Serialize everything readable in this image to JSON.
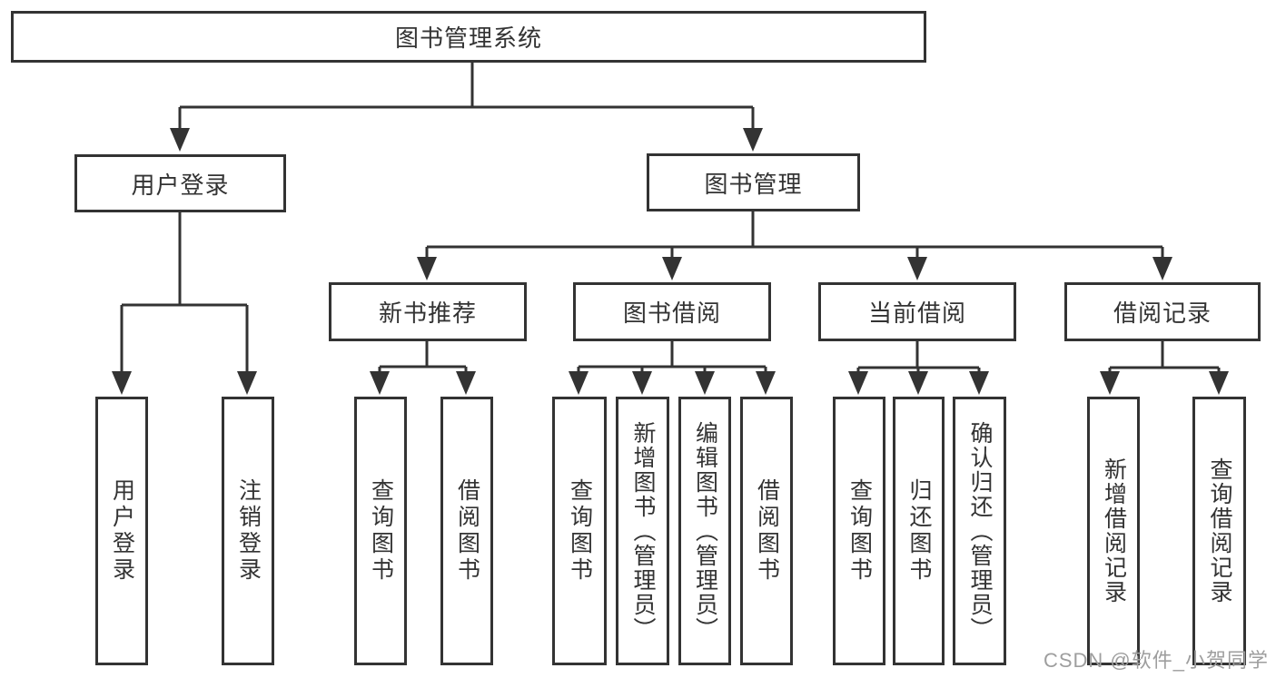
{
  "diagram": {
    "type": "hierarchy-tree",
    "nodes": {
      "root": {
        "label": "图书管理系统",
        "parent": null
      },
      "user_login": {
        "label": "用户登录",
        "parent": "root"
      },
      "book_mgmt": {
        "label": "图书管理",
        "parent": "root"
      },
      "new_book_rec": {
        "label": "新书推荐",
        "parent": "book_mgmt"
      },
      "book_borrow": {
        "label": "图书借阅",
        "parent": "book_mgmt"
      },
      "current_borrow": {
        "label": "当前借阅",
        "parent": "book_mgmt"
      },
      "borrow_records": {
        "label": "借阅记录",
        "parent": "book_mgmt"
      },
      "leaf_user_login": {
        "label": "用户登录",
        "parent": "user_login"
      },
      "leaf_logout": {
        "label": "注销登录",
        "parent": "user_login"
      },
      "leaf_rec_query": {
        "label": "查询图书",
        "parent": "new_book_rec"
      },
      "leaf_rec_borrow": {
        "label": "借阅图书",
        "parent": "new_book_rec"
      },
      "leaf_bb_query": {
        "label": "查询图书",
        "parent": "book_borrow"
      },
      "leaf_bb_add": {
        "label": "新增图书（管理员）",
        "parent": "book_borrow"
      },
      "leaf_bb_edit": {
        "label": "编辑图书（管理员）",
        "parent": "book_borrow"
      },
      "leaf_bb_borrow": {
        "label": "借阅图书",
        "parent": "book_borrow"
      },
      "leaf_cb_query": {
        "label": "查询图书",
        "parent": "current_borrow"
      },
      "leaf_cb_return": {
        "label": "归还图书",
        "parent": "current_borrow"
      },
      "leaf_cb_confirm": {
        "label": "确认归还（管理员）",
        "parent": "current_borrow"
      },
      "leaf_br_add": {
        "label": "新增借阅记录",
        "parent": "borrow_records"
      },
      "leaf_br_query": {
        "label": "查询借阅记录",
        "parent": "borrow_records"
      }
    },
    "colors": {
      "line": "#333333",
      "box_border": "#333333",
      "box_fill": "#ffffff",
      "background": "#ffffff",
      "text": "#333333"
    }
  },
  "watermark": {
    "text": "CSDN @软件_小贺同学",
    "color": "#9e9e9e"
  }
}
